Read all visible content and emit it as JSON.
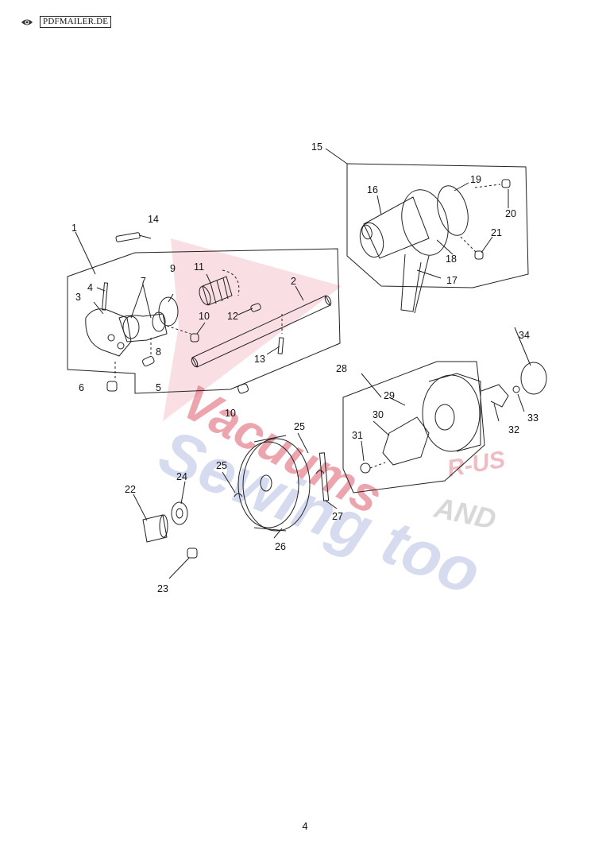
{
  "header": {
    "badge": "PDFMAILER.DE",
    "icon": "eye-icon"
  },
  "watermark": {
    "line1": "Vacuums",
    "line2": "R-US",
    "line3": "AND",
    "line4": "Sewing too",
    "color_red": "#e05a6a",
    "color_blue": "#8f9ad6"
  },
  "callouts": {
    "c1": "1",
    "c2": "2",
    "c3": "3",
    "c4": "4",
    "c5": "5",
    "c6": "6",
    "c7": "7",
    "c8": "8",
    "c9": "9",
    "c10a": "10",
    "c10b": "10",
    "c11": "11",
    "c12": "12",
    "c13": "13",
    "c14": "14",
    "c15": "15",
    "c16": "16",
    "c17": "17",
    "c18": "18",
    "c19": "19",
    "c20": "20",
    "c21": "21",
    "c22": "22",
    "c23": "23",
    "c24": "24",
    "c25a": "25",
    "c25b": "25",
    "c26": "26",
    "c27": "27",
    "c28": "28",
    "c29": "29",
    "c30": "30",
    "c31": "31",
    "c32": "32",
    "c33": "33",
    "c34": "34"
  },
  "page_number": "4"
}
